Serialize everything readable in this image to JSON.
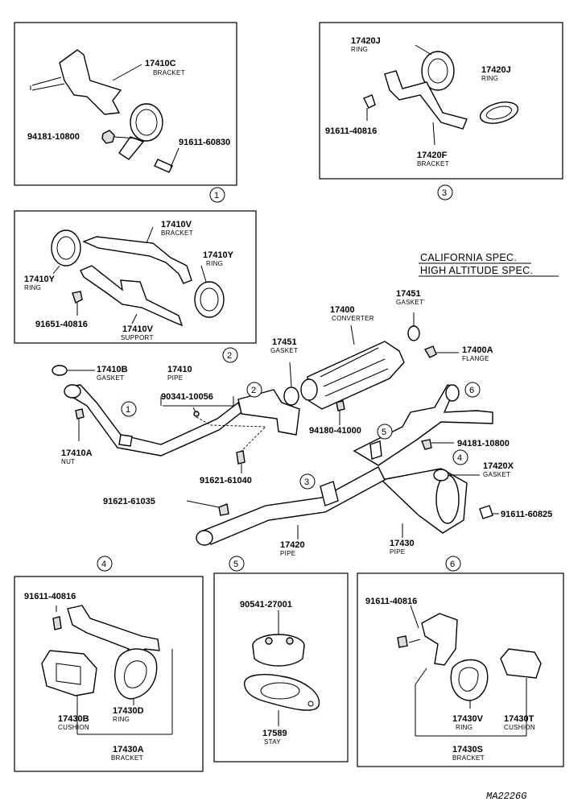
{
  "labels": {
    "l17410c": {
      "num": "17410C",
      "sub": "BRACKET"
    },
    "l94181a": {
      "num": "94181-10800"
    },
    "l91611a": {
      "num": "91611-60830"
    },
    "l17420j_1": {
      "num": "17420J",
      "sub": "RING"
    },
    "l17420j_2": {
      "num": "17420J",
      "sub": "RING"
    },
    "l91611b": {
      "num": "91611-40816"
    },
    "l17420f": {
      "num": "17420F",
      "sub": "BRACKET"
    },
    "l17410v_b": {
      "num": "17410V",
      "sub": "BRACKET"
    },
    "l17410y_1": {
      "num": "17410Y",
      "sub": "RING"
    },
    "l17410y_2": {
      "num": "17410Y",
      "sub": "RING"
    },
    "l91651": {
      "num": "91651-40816"
    },
    "l17410v_s": {
      "num": "17410V",
      "sub": "SUPPORT"
    },
    "spec1": "CALIFORNIA SPEC.",
    "spec2": "HIGH ALTITUDE SPEC.",
    "l17451_a": {
      "num": "17451",
      "sub": "GASKET'"
    },
    "l17400": {
      "num": "17400",
      "sub": "CONVERTER"
    },
    "l17451_b": {
      "num": "17451",
      "sub": "GASKET"
    },
    "l17400a": {
      "num": "17400A",
      "sub": "FLANGE"
    },
    "l17410b": {
      "num": "17410B",
      "sub": "GASKET"
    },
    "l17410": {
      "num": "17410",
      "sub": "PIPE"
    },
    "l90341": {
      "num": "90341-10056"
    },
    "l17410a": {
      "num": "17410A",
      "sub": "NUT"
    },
    "l94180": {
      "num": "94180-41000"
    },
    "l94181b": {
      "num": "94181-10800"
    },
    "l17420x": {
      "num": "17420X",
      "sub": "GASKET"
    },
    "l91621a": {
      "num": "91621-61040"
    },
    "l91621b": {
      "num": "91621-61035"
    },
    "l91611c": {
      "num": "91611-60825"
    },
    "l17420": {
      "num": "17420",
      "sub": "PIPE"
    },
    "l17430": {
      "num": "17430",
      "sub": "PIPE"
    },
    "l91611d": {
      "num": "91611-40816"
    },
    "l17430b": {
      "num": "17430B",
      "sub": "CUSHION"
    },
    "l17430d": {
      "num": "17430D",
      "sub": "RING"
    },
    "l17430a": {
      "num": "17430A",
      "sub": "BRACKET"
    },
    "l90541": {
      "num": "90541-27001"
    },
    "l17589": {
      "num": "17589",
      "sub": "STAY"
    },
    "l91611e": {
      "num": "91611-40816"
    },
    "l17430v": {
      "num": "17430V",
      "sub": "RING"
    },
    "l17430t": {
      "num": "17430T",
      "sub": "CUSHION"
    },
    "l17430s": {
      "num": "17430S",
      "sub": "BRACKET"
    }
  },
  "callouts": {
    "c1": "1",
    "c2": "2",
    "c3": "3",
    "c4": "4",
    "c5": "5",
    "c6": "6"
  },
  "figure_code": "MA2226G"
}
